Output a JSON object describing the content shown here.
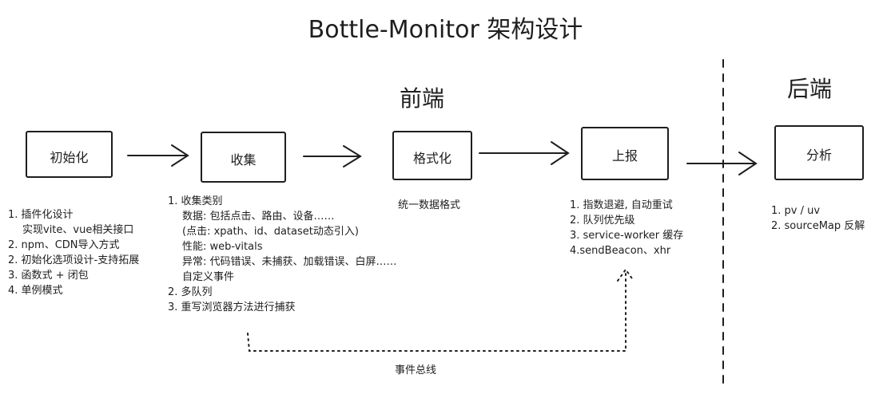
{
  "title": "Bottle-Monitor 架构设计",
  "sections": {
    "frontend": "前端",
    "backend": "后端"
  },
  "boxes": {
    "init": "初始化",
    "collect": "收集",
    "format": "格式化",
    "report": "上报",
    "analyze": "分析"
  },
  "init_notes": [
    "1. 插件化设计",
    "实现vite、vue相关接口",
    "2. npm、CDN导入方式",
    "2. 初始化选项设计-支持拓展",
    "3. 函数式 + 闭包",
    "4. 单例模式"
  ],
  "collect_notes": [
    "1. 收集类别",
    "数据: 包括点击、路由、设备……",
    "(点击: xpath、id、dataset动态引入)",
    "性能: web-vitals",
    "异常: 代码错误、未捕获、加载错误、白屏……",
    "自定义事件",
    "2. 多队列",
    "3. 重写浏览器方法进行捕获"
  ],
  "format_notes": "统一数据格式",
  "report_notes": [
    "1. 指数退避, 自动重试",
    "2. 队列优先级",
    "3. service-worker 缓存",
    "4.sendBeacon、xhr"
  ],
  "analyze_notes": [
    "1. pv / uv",
    "2. sourceMap 反解"
  ],
  "event_bus": "事件总线"
}
